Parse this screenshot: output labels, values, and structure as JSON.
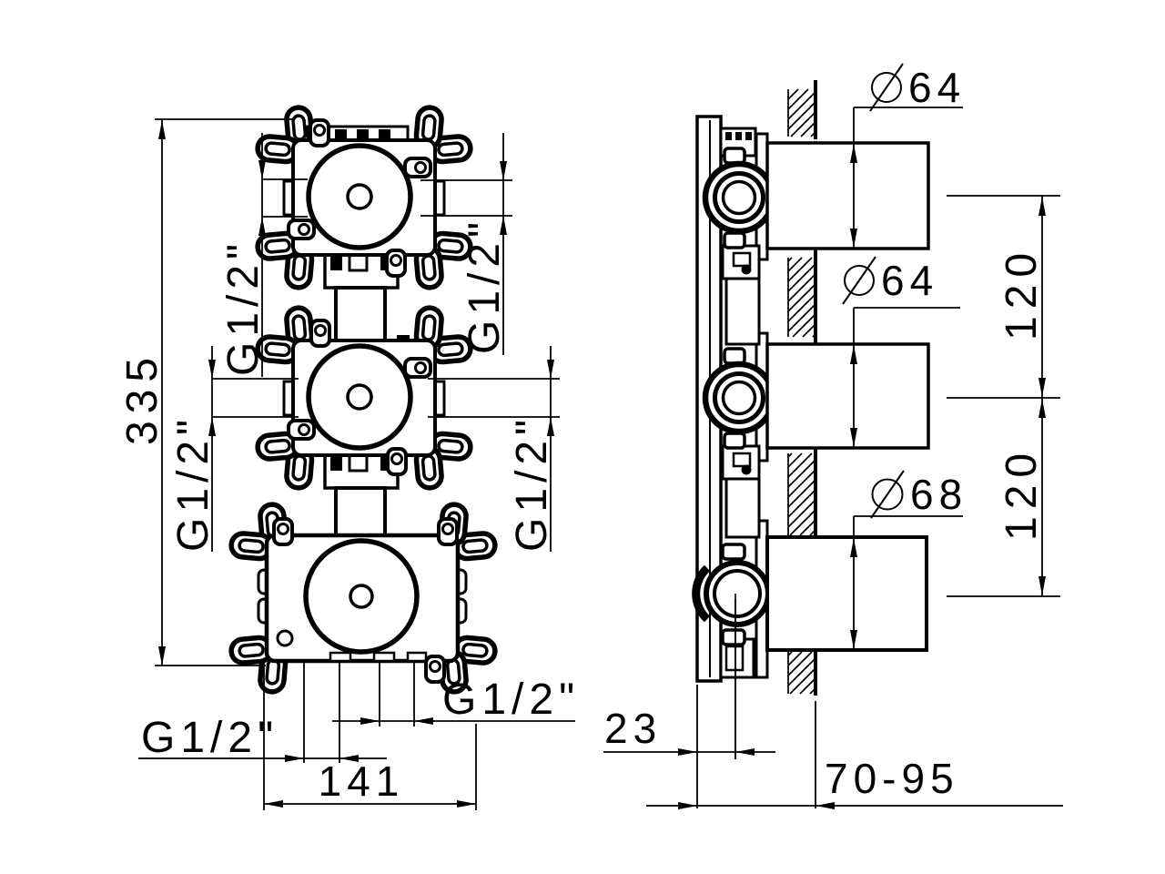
{
  "drawing": {
    "background": "#ffffff",
    "line_color": "#000000",
    "type_hint": "technical installation drawing, concealed 3-way thermostatic valve body, front and side views",
    "front_view": {
      "overall_height_mm": "335",
      "overall_width_mm": "141",
      "port_labels": {
        "top_left": "G1/2\"",
        "top_right": "G1/2\"",
        "middle_left": "G1/2\"",
        "middle_right": "G1/2\"",
        "bottom_left": "G1/2\"",
        "bottom_right": "G1/2\""
      }
    },
    "side_view": {
      "diameters": {
        "top": {
          "symbol": "Ø",
          "value": "64"
        },
        "middle": {
          "symbol": "Ø",
          "value": "64"
        },
        "bottom": {
          "symbol": "Ø",
          "value": "68"
        }
      },
      "vertical_spacing": {
        "upper": "120",
        "lower": "120"
      },
      "depth_to_center_mm": "23",
      "installation_depth_range_mm": "70-95"
    }
  }
}
